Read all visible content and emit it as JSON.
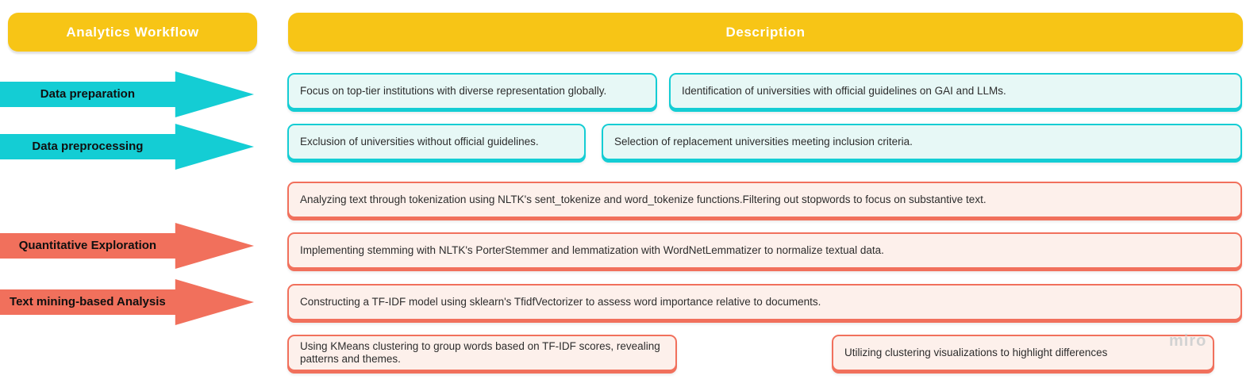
{
  "headers": {
    "workflow": "Analytics Workflow",
    "description": "Description"
  },
  "arrows": [
    {
      "label": "Data preparation",
      "color": "teal"
    },
    {
      "label": "Data preprocessing",
      "color": "teal"
    },
    {
      "label": "Quantitative Exploration",
      "color": "coral"
    },
    {
      "label": "Text mining-based Analysis",
      "color": "coral"
    }
  ],
  "description_boxes": [
    {
      "text": "Focus on top-tier institutions with diverse representation globally.",
      "style": "teal",
      "row": 1
    },
    {
      "text": "Identification of universities with official guidelines on GAI and LLMs.",
      "style": "teal",
      "row": 1
    },
    {
      "text": "Exclusion of universities without official guidelines.",
      "style": "teal",
      "row": 2
    },
    {
      "text": "Selection of replacement universities meeting inclusion criteria.",
      "style": "teal",
      "row": 2
    },
    {
      "text": "Analyzing text through tokenization using NLTK's sent_tokenize and word_tokenize functions.Filtering out stopwords to focus on substantive text.",
      "style": "coral",
      "row": 3
    },
    {
      "text": "Implementing stemming with NLTK's PorterStemmer and lemmatization with WordNetLemmatizer to normalize textual data.",
      "style": "coral",
      "row": 4
    },
    {
      "text": "Constructing a TF-IDF model using sklearn's TfidfVectorizer to assess word importance relative to documents.",
      "style": "coral",
      "row": 5
    },
    {
      "text": "Using KMeans clustering to group words based on TF-IDF scores, revealing patterns and themes.",
      "style": "coral",
      "row": 6
    },
    {
      "text": "Utilizing clustering visualizations to highlight differences",
      "style": "coral",
      "row": 6
    }
  ],
  "watermark": "miro",
  "colors": {
    "header_yellow": "#F7C516",
    "arrow_teal": "#14CDD4",
    "arrow_coral": "#F1705C",
    "teal_box_fill": "#E7F8F6",
    "teal_box_border": "#14CDD4",
    "coral_box_fill": "#FDF0EB",
    "coral_box_border": "#F1705C",
    "header_text": "#FFFFFF",
    "box_text": "#2D2D2D",
    "arrow_label_text": "#101010",
    "watermark_gray": "#D2D2D2"
  }
}
